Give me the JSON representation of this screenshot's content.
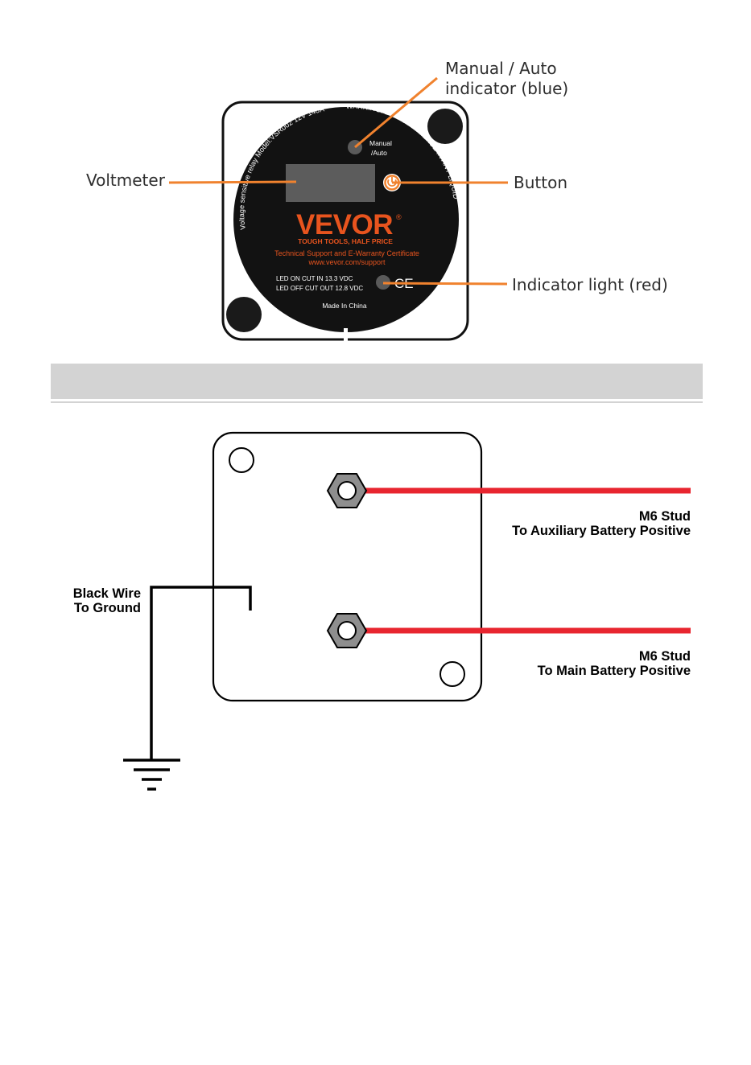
{
  "device_face": {
    "arc_text_left": "Voltage sensitive relay  Model:VSR002  12V  140A",
    "arc_text_right": "WARNING: DO NOT IMMERSE IN ANY LIQUID",
    "manual_auto_label_line1": "Manual",
    "manual_auto_label_line2": "/Auto",
    "brand": "VEVOR",
    "brand_reg": "®",
    "tagline": "TOUGH TOOLS, HALF PRICE",
    "support_line1": "Technical Support and E-Warranty Certificate",
    "support_line2": "www.vevor.com/support",
    "led_on": "LED ON CUT IN 13.3 VDC",
    "led_off": "LED OFF CUT OUT 12.8 VDC",
    "ce_mark": "CE",
    "made_in": "Made In China"
  },
  "callouts": {
    "manual_auto_line1": "Manual / Auto",
    "manual_auto_line2": "indicator (blue)",
    "voltmeter": "Voltmeter",
    "button": "Button",
    "indicator_light": "Indicator light (red)"
  },
  "wiring": {
    "aux_line1": "M6 Stud",
    "aux_line2": "To Auxiliary Battery Positive",
    "main_line1": "M6 Stud",
    "main_line2": "To Main Battery Positive",
    "ground_line1": "Black Wire",
    "ground_line2": "To Ground"
  },
  "colors": {
    "accent_orange": "#f0822e",
    "brand_orange": "#e8541e",
    "wire_red": "#e8252f",
    "device_black": "#111111",
    "band_gray": "#d3d3d3"
  }
}
